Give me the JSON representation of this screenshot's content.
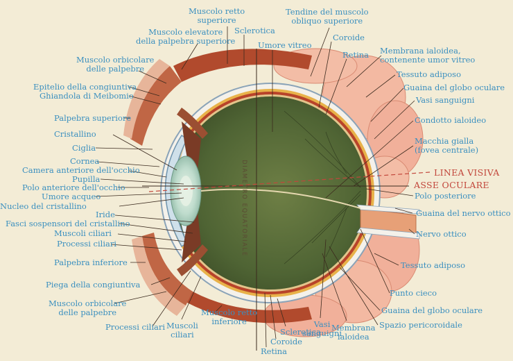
{
  "palette": {
    "paper": "#f3ecd6",
    "label_text": "#3a8fbf",
    "visual_axis": "#c2463b",
    "sclera": "#f4f1ea",
    "choroid": "#b8432a",
    "retina_tint": "#e8b24a",
    "vitreous": "#556b3a",
    "adipose": "#f0b59a",
    "muscle": "#b14a2d",
    "lens": "#b9d7c8"
  },
  "vertical_text": "DIAMETRO EQUATORIALE",
  "labels": {
    "muscolo_retto_superiore": "Muscolo retto\nsuperiore",
    "sclerotica_top": "Sclerotica",
    "tendine_obliquo": "Tendine del muscolo\nobliquo superiore",
    "elevatore": "Muscolo elevatore\ndella palpebra superiore",
    "umore_vitreo": "Umore vitreo",
    "coroide_top": "Coroide",
    "retina_top": "Retina",
    "orbicolare_sup": "Muscolo orbicolare\ndelle palpebre",
    "membrana_ialoidea_top": "Membrana ialoidea,\ncontenente umor vitreo",
    "tessuto_adiposo_top": "Tessuto adiposo",
    "epitelio": "Epitelio della congiuntiva",
    "meibomio": "Ghiandola di Meibomio",
    "guaina_globo_top": "Guaina del globo oculare",
    "vasi_sanguigni_top": "Vasi sanguigni",
    "palpebra_superiore": "Palpebra superiore",
    "condotto_ialoideo": "Condotto ialoideo",
    "cristallino": "Cristallino",
    "macchia_gialla": "Macchia gialla\n(fovea centrale)",
    "ciglia": "Ciglia",
    "cornea": "Cornea",
    "camera_anteriore": "Camera anteriore dell'occhio",
    "linea_visiva": "LINEA VISIVA",
    "pupilla": "Pupilla",
    "asse_oculare": "ASSE OCULARE",
    "polo_anteriore": "Polo anteriore dell'occhio",
    "polo_posteriore": "Polo posteriore",
    "umore_acqueo": "Umore acqueo",
    "nucleo_cristallino": "Nucleo del cristallino",
    "guaina_nervo": "Guaina del nervo ottico",
    "iride": "Iride",
    "fasci_sospensori": "Fasci sospensori del cristallino",
    "nervo_ottico": "Nervo ottico",
    "muscoli_ciliari_left": "Muscoli ciliari",
    "processi_ciliari_left": "Processi ciliari",
    "palpebra_inferiore": "Palpebra inferiore",
    "tessuto_adiposo_bottom": "Tessuto adiposo",
    "piega_congiuntiva": "Piega della congiuntiva",
    "punto_cieco": "Punto cieco",
    "orbicolare_inf": "Muscolo orbicolare\ndelle palpebre",
    "guaina_globo_bottom": "Guaina del globo oculare",
    "spazio_pericoroidale": "Spazio pericoroidale",
    "processi_ciliari_bottom": "Processi ciliari",
    "muscoli_ciliari_bottom": "Muscoli\nciliari",
    "muscolo_retto_inferiore": "Muscolo retto\ninferiore",
    "sclerotica_bottom": "Sclerotica",
    "coroide_bottom": "Coroide",
    "retina_bottom": "Retina",
    "vasi_sanguigni_bottom": "Vasi\nsanguigni",
    "membrana_ialoidea_bottom": "Membrana\nialoidea"
  }
}
